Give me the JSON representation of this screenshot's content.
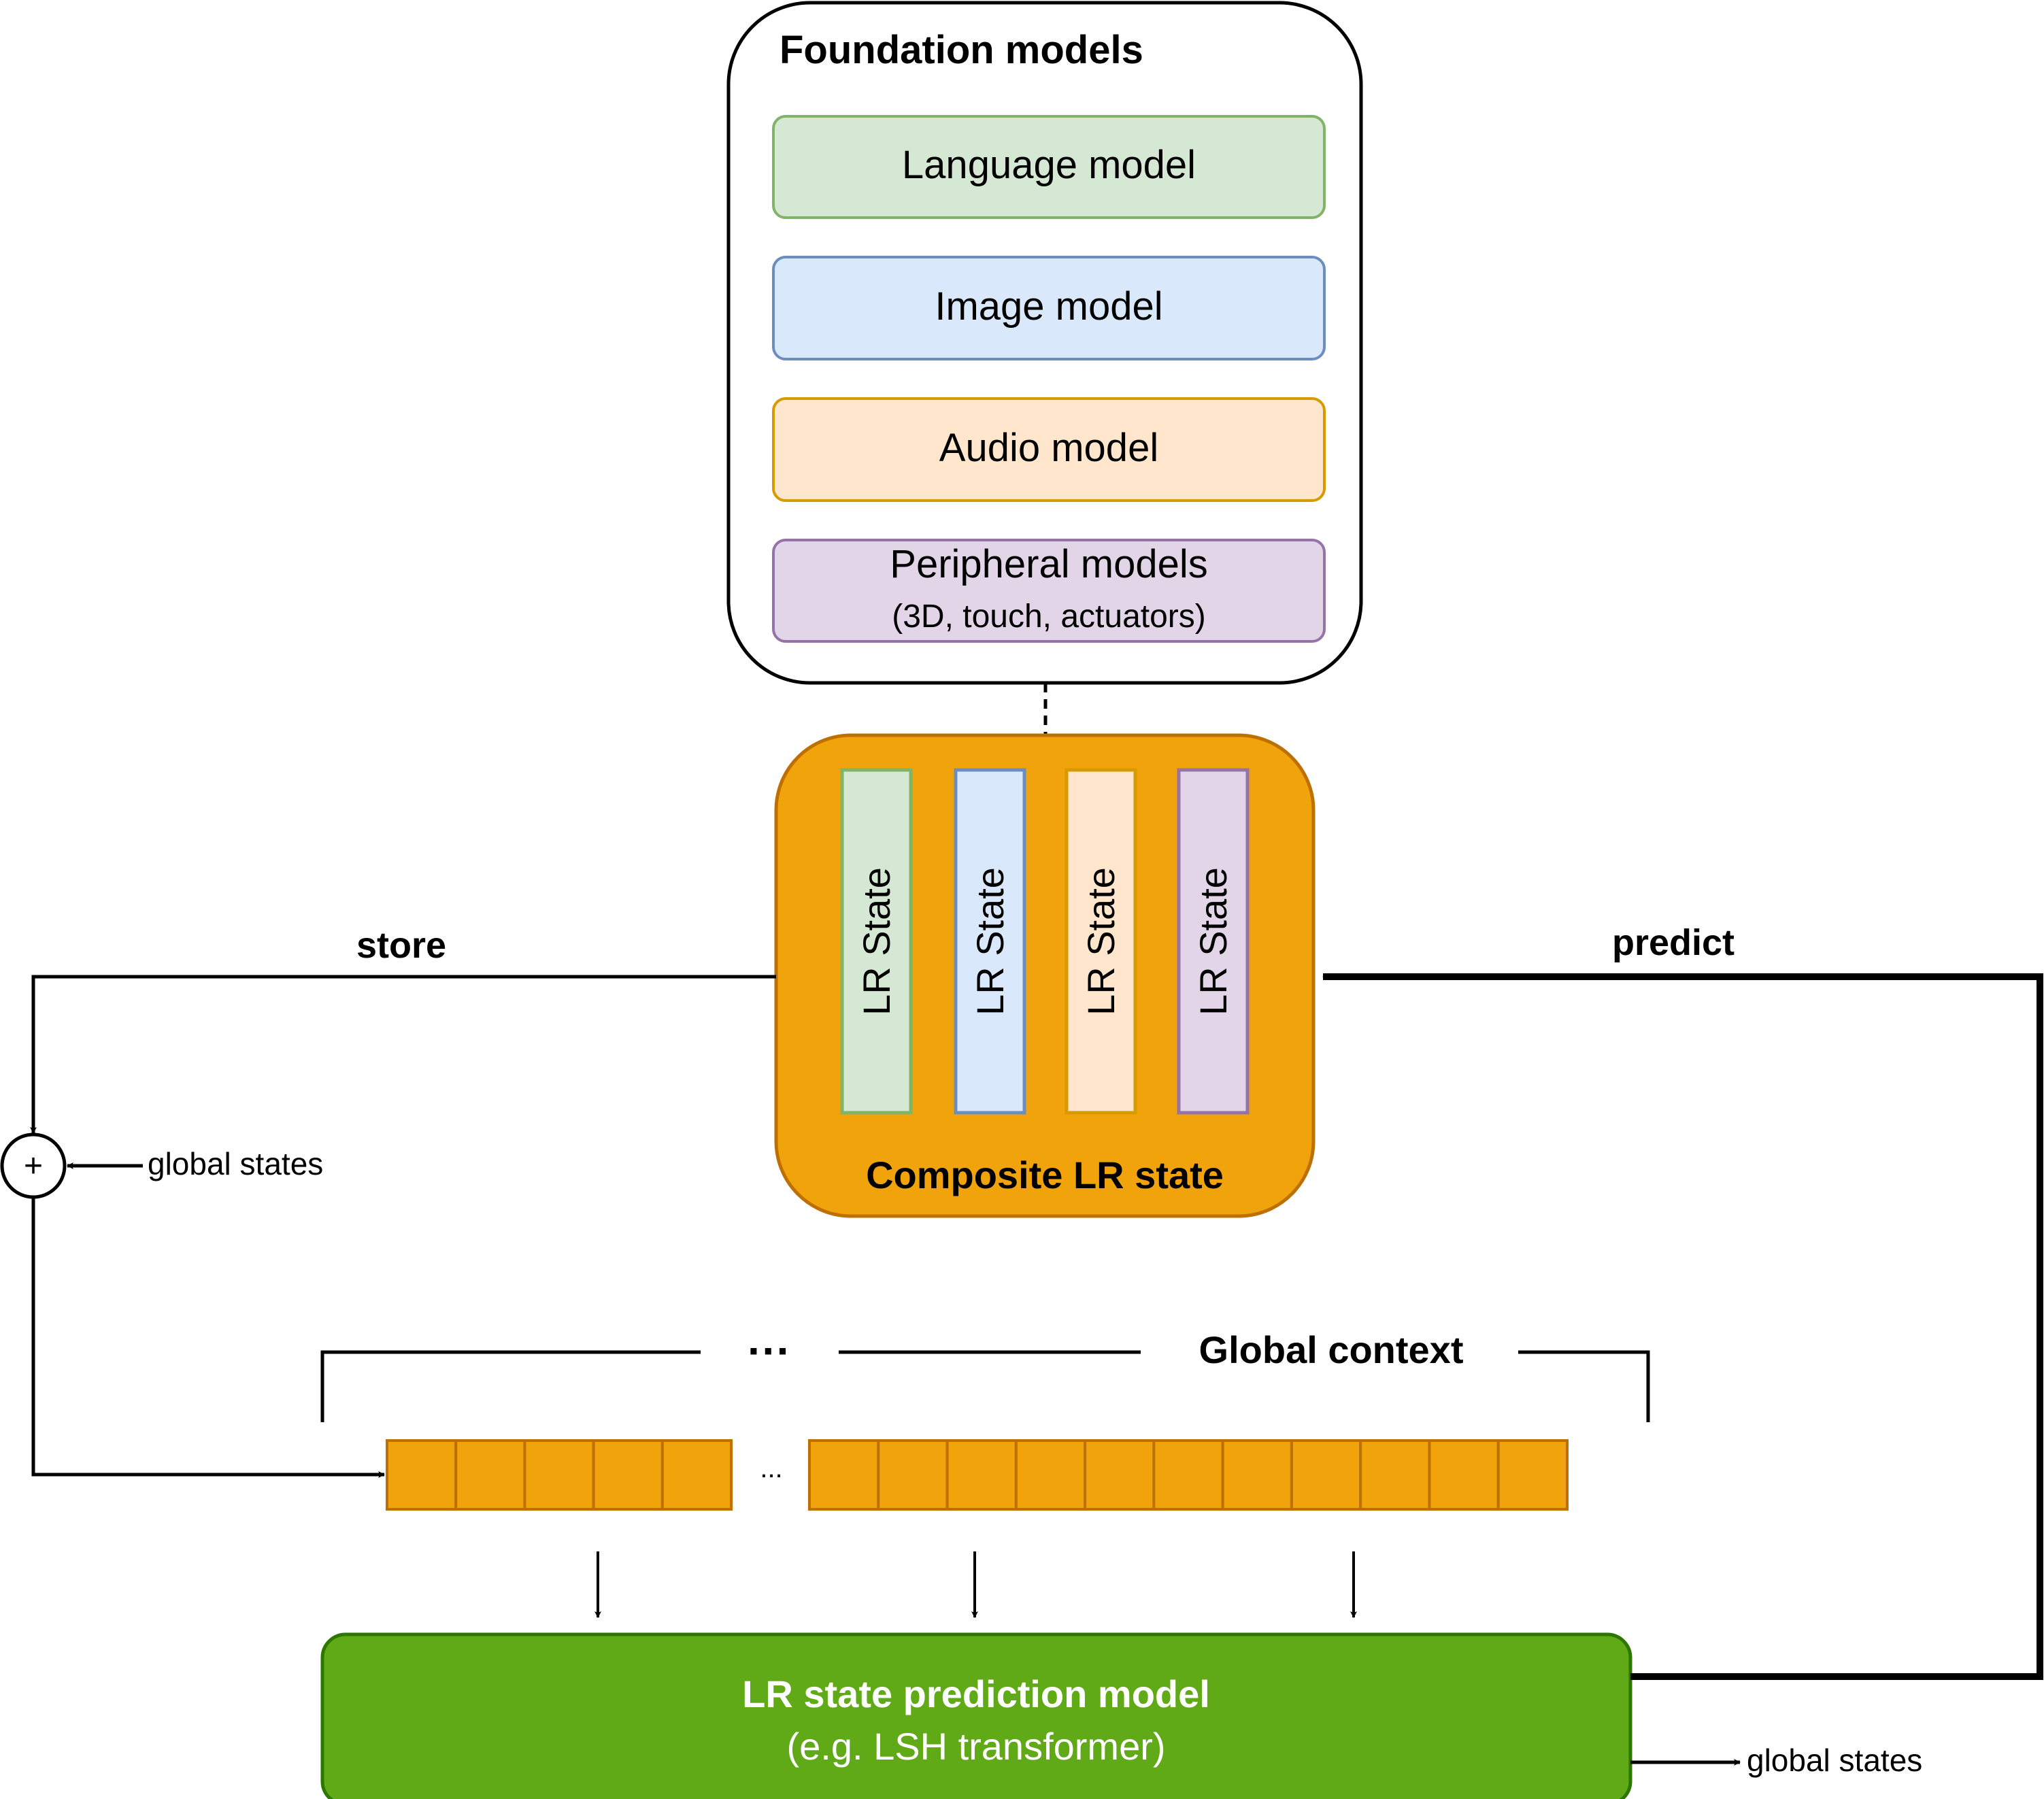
{
  "foundation": {
    "title": "Foundation models",
    "models": [
      {
        "label": "Language model",
        "sublabel": "",
        "fill": "#d5e8d4",
        "stroke": "#82b366"
      },
      {
        "label": "Image model",
        "sublabel": "",
        "fill": "#dae8fc",
        "stroke": "#6c8ebf"
      },
      {
        "label": "Audio model",
        "sublabel": "",
        "fill": "#ffe6cc",
        "stroke": "#d79b00"
      },
      {
        "label": "Peripheral models",
        "sublabel": "(3D, touch, actuators)",
        "fill": "#e1d5e7",
        "stroke": "#9673a6"
      }
    ]
  },
  "composite": {
    "title": "Composite LR state",
    "fill": "#f0a30a",
    "stroke": "#bd7000",
    "states": [
      {
        "label": "LR State",
        "fill": "#d5e8d4",
        "stroke": "#82b366"
      },
      {
        "label": "LR State",
        "fill": "#dae8fc",
        "stroke": "#6c8ebf"
      },
      {
        "label": "LR State",
        "fill": "#ffe6cc",
        "stroke": "#d79b00"
      },
      {
        "label": "LR State",
        "fill": "#e1d5e7",
        "stroke": "#9673a6"
      }
    ]
  },
  "edges": {
    "store_label": "store",
    "predict_label": "predict",
    "global_states_in": "global states",
    "global_states_out": "global states",
    "sum_symbol": "+"
  },
  "context": {
    "title": "Global context",
    "bracket_ellipsis": "···",
    "strip_ellipsis": "...",
    "group1_cells": 5,
    "group2_cells": 11,
    "cell_fill": "#f0a30a",
    "cell_stroke": "#bd7000"
  },
  "predictor": {
    "title": "LR state prediction model",
    "subtitle": "(e.g. LSH transformer)",
    "fill": "#60a917",
    "stroke": "#2d7600"
  }
}
